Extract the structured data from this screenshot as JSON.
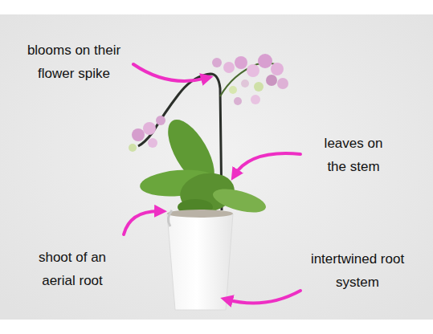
{
  "diagram": {
    "labels": [
      "blooms on their flower spike",
      "leaves on the stem",
      "shoot of an aerial root",
      "intertwined root system"
    ]
  }
}
